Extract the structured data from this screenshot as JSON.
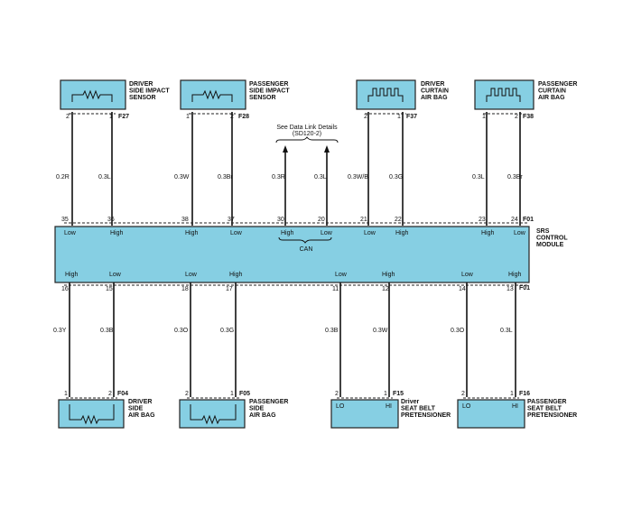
{
  "top_components": [
    {
      "name": "DRIVER\nSIDE IMPACT\nSENSOR",
      "connector": "F27",
      "pins": [
        "2",
        "1"
      ]
    },
    {
      "name": "PASSENGER\nSIDE IMPACT\nSENSOR",
      "connector": "F28",
      "pins": [
        "1",
        "2"
      ]
    },
    {
      "name": "DRIVER\nCURTAIN\nAIR BAG",
      "connector": "F37",
      "pins": [
        "2",
        "1"
      ]
    },
    {
      "name": "PASSENGER\nCURTAIN\nAIR BAG",
      "connector": "F38",
      "pins": [
        "1",
        "2"
      ]
    }
  ],
  "upper_wires": [
    "0.2R",
    "0.3L",
    "0.3W",
    "0.3Br",
    "0.3R",
    "0.3L",
    "0.3W/B",
    "0.3G",
    "0.3L",
    "0.3Br"
  ],
  "data_link_note": [
    "See Data Link Details",
    "(SD120-2)"
  ],
  "module": {
    "name": "SRS\nCONTROL\nMODULE",
    "top_connector": "F01",
    "bottom_connector": "F01",
    "top_pins": [
      "35",
      "36",
      "38",
      "37",
      "30",
      "20",
      "21",
      "22",
      "23",
      "24"
    ],
    "top_labels": [
      "Low",
      "High",
      "High",
      "Low",
      "High",
      "Low",
      "Low",
      "High",
      "High",
      "Low"
    ],
    "can_label": "CAN",
    "bottom_labels": [
      "High",
      "Low",
      "Low",
      "High",
      "Low",
      "High",
      "Low",
      "High"
    ],
    "bottom_pins": [
      "16",
      "15",
      "18",
      "17",
      "11",
      "12",
      "14",
      "13"
    ]
  },
  "lower_wires": [
    "0.3Y",
    "0.3B",
    "0.3O",
    "0.3G",
    "0.3B",
    "0.3W",
    "0.3O",
    "0.3L"
  ],
  "bottom_components": [
    {
      "name": "DRIVER\nSIDE\nAIR BAG",
      "connector": "F04",
      "pins": [
        "1",
        "2"
      ]
    },
    {
      "name": "PASSENGER\nSIDE\nAIR BAG",
      "connector": "F05",
      "pins": [
        "2",
        "1"
      ]
    },
    {
      "name": "Driver\nSEAT BELT\nPRETENSIONER",
      "connector": "F15",
      "pins": [
        "2",
        "1"
      ],
      "lo": "LO",
      "hi": "HI"
    },
    {
      "name": "PASSENGER\nSEAT BELT\nPRETENSIONER",
      "connector": "F16",
      "pins": [
        "2",
        "1"
      ],
      "lo": "LO",
      "hi": "HI"
    }
  ]
}
